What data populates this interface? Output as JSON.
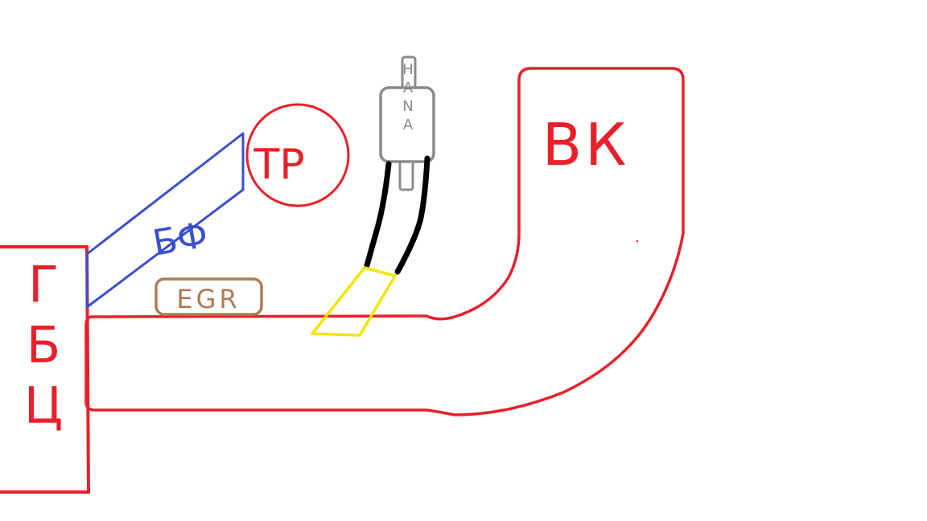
{
  "labels": {
    "gbc": "ГБЦ",
    "bf": "БФ",
    "tr": "ТР",
    "egr": "EGR",
    "hana": "HANA",
    "vk": "ВК"
  },
  "colors": {
    "red": "#e8202a",
    "blue": "#3a4fd0",
    "brown": "#b07a52",
    "gray": "#8a8a8a",
    "black": "#000000",
    "yellow": "#f5e400"
  }
}
